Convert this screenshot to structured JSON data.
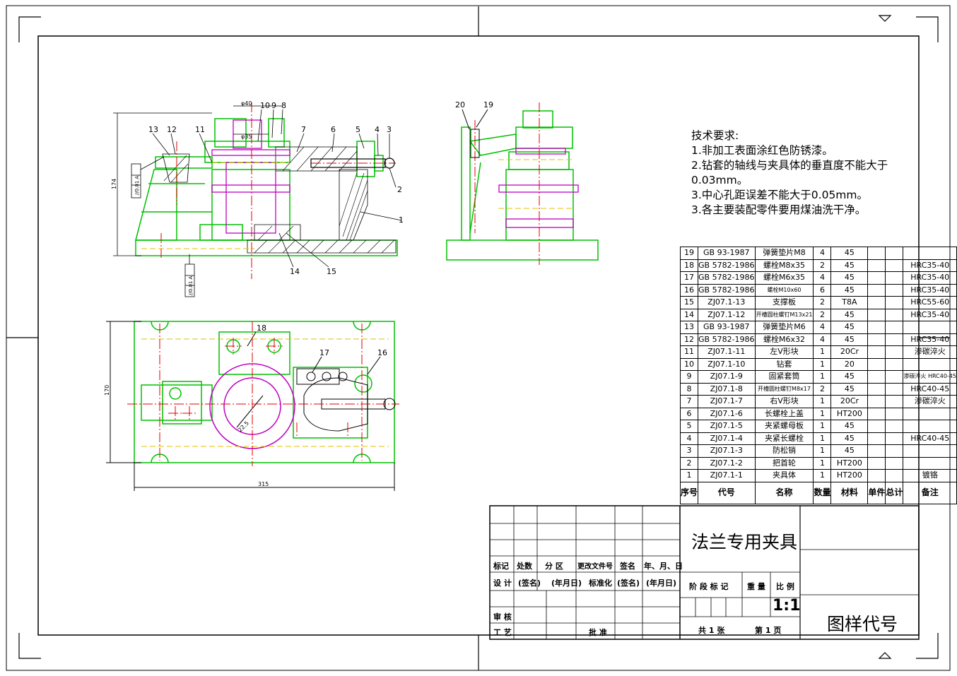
{
  "notes": {
    "title": "技术要求:",
    "lines": [
      "1.非加工表面涂红色防锈漆。",
      "2.钻套的轴线与夹具体的垂直度不能大于",
      "0.03mm。",
      "3.中心孔距误差不能大于0.05mm。",
      "3.各主要装配零件要用煤油洗干净。"
    ]
  },
  "bom": [
    {
      "no": "19",
      "code": "GB 93-1987",
      "name": "弹簧垫片M8",
      "qty": "4",
      "mat": "45",
      "note": ""
    },
    {
      "no": "18",
      "code": "GB 5782-1986",
      "name": "螺栓M8x35",
      "qty": "2",
      "mat": "45",
      "note": "HRC35-40"
    },
    {
      "no": "17",
      "code": "GB 5782-1986",
      "name": "螺栓M6x35",
      "qty": "4",
      "mat": "45",
      "note": "HRC35-40"
    },
    {
      "no": "16",
      "code": "GB 5782-1986",
      "name": "螺栓M10x60",
      "qty": "6",
      "mat": "45",
      "note": "HRC35-40"
    },
    {
      "no": "15",
      "code": "ZJ07.1-13",
      "name": "支撑板",
      "qty": "2",
      "mat": "T8A",
      "note": "HRC55-60"
    },
    {
      "no": "14",
      "code": "ZJ07.1-12",
      "name": "开槽圆柱螺钉M13x21",
      "qty": "2",
      "mat": "45",
      "note": "HRC35-40"
    },
    {
      "no": "13",
      "code": "GB 93-1987",
      "name": "弹簧垫片M6",
      "qty": "4",
      "mat": "45",
      "note": ""
    },
    {
      "no": "12",
      "code": "GB 5782-1986",
      "name": "螺栓M6x32",
      "qty": "4",
      "mat": "45",
      "note": "HRC35-40"
    },
    {
      "no": "11",
      "code": "ZJ07.1-11",
      "name": "左V形块",
      "qty": "1",
      "mat": "20Cr",
      "note": "渗碳淬火"
    },
    {
      "no": "10",
      "code": "ZJ07.1-10",
      "name": "钻套",
      "qty": "1",
      "mat": "20",
      "note": ""
    },
    {
      "no": "9",
      "code": "ZJ07.1-9",
      "name": "固紧套筒",
      "qty": "1",
      "mat": "45",
      "note": "渗碳淬火 HRC40-45"
    },
    {
      "no": "8",
      "code": "ZJ07.1-8",
      "name": "开槽圆柱螺钉M8x17",
      "qty": "2",
      "mat": "45",
      "note": "HRC40-45"
    },
    {
      "no": "7",
      "code": "ZJ07.1-7",
      "name": "右V形块",
      "qty": "1",
      "mat": "20Cr",
      "note": "渗碳淬火"
    },
    {
      "no": "6",
      "code": "ZJ07.1-6",
      "name": "长螺栓上盖",
      "qty": "1",
      "mat": "HT200",
      "note": ""
    },
    {
      "no": "5",
      "code": "ZJ07.1-5",
      "name": "夹紧螺母板",
      "qty": "1",
      "mat": "45",
      "note": ""
    },
    {
      "no": "4",
      "code": "ZJ07.1-4",
      "name": "夹紧长螺栓",
      "qty": "1",
      "mat": "45",
      "note": "HRC40-45"
    },
    {
      "no": "3",
      "code": "ZJ07.1-3",
      "name": "防松销",
      "qty": "1",
      "mat": "45",
      "note": ""
    },
    {
      "no": "2",
      "code": "ZJ07.1-2",
      "name": "把首轮",
      "qty": "1",
      "mat": "HT200",
      "note": ""
    },
    {
      "no": "1",
      "code": "ZJ07.1-1",
      "name": "夹具体",
      "qty": "1",
      "mat": "HT200",
      "note": "镀铬"
    }
  ],
  "bom_header": {
    "no": "序号",
    "code": "代号",
    "name": "名称",
    "qty": "数量",
    "mat": "材料",
    "unit": "单件",
    "total": "总计",
    "note": "备注"
  },
  "titleblock": {
    "title": "法兰专用夹具",
    "drawing_code": "图样代号",
    "scale": "1:1",
    "mark": "标记",
    "count": "处数",
    "zone": "分 区",
    "doc": "更改文件号",
    "sign": "签名",
    "date": "年、月、日",
    "design": "设 计",
    "signed": "(签名)",
    "ymd": "(年月日)",
    "std": "标准化",
    "signed2": "(签名)",
    "ymd2": "(年月日)",
    "stage": "阶 段 标 记",
    "weight": "重 量",
    "ratio": "比 例",
    "review": "审 核",
    "process": "工 艺",
    "approve": "批 准",
    "sheets": "共 1 张",
    "sheet": "第 1 页"
  },
  "labels": {
    "front": [
      "13",
      "12",
      "11",
      "10",
      "9",
      "8",
      "7",
      "6",
      "5",
      "4",
      "3",
      "2",
      "1",
      "14",
      "15"
    ],
    "side": [
      "20",
      "19"
    ],
    "top": [
      "18",
      "17",
      "16"
    ],
    "dims": {
      "h174": "174",
      "w315": "315",
      "h170": "170",
      "d40": "φ40",
      "d35": "φ35",
      "r": "22.5"
    },
    "tol1": "//0.01 A",
    "tol2": "//0.01 A"
  },
  "colors": {
    "green": "#00c000",
    "magenta": "#c000c0",
    "red": "#e00000",
    "yellow": "#e0c000",
    "cyan": "#00a0a0"
  }
}
